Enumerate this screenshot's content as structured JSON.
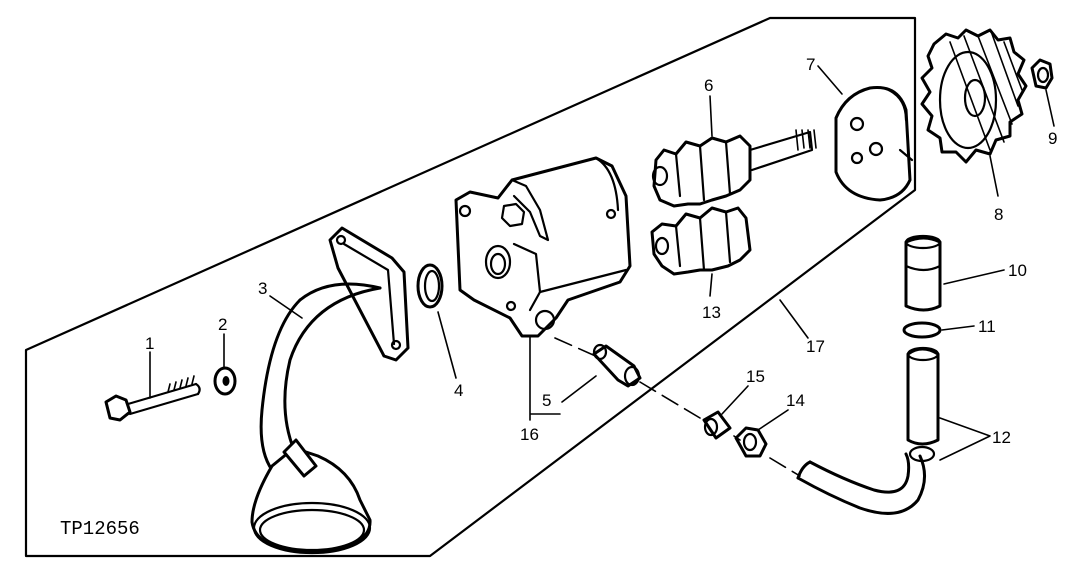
{
  "figure": {
    "code": "TP12656"
  },
  "callouts": [
    {
      "id": "1",
      "text": "1"
    },
    {
      "id": "2",
      "text": "2"
    },
    {
      "id": "3",
      "text": "3"
    },
    {
      "id": "4",
      "text": "4"
    },
    {
      "id": "5",
      "text": "5"
    },
    {
      "id": "6",
      "text": "6"
    },
    {
      "id": "7",
      "text": "7"
    },
    {
      "id": "8",
      "text": "8"
    },
    {
      "id": "9",
      "text": "9"
    },
    {
      "id": "10",
      "text": "10"
    },
    {
      "id": "11",
      "text": "11"
    },
    {
      "id": "12",
      "text": "12"
    },
    {
      "id": "13",
      "text": "13"
    },
    {
      "id": "14",
      "text": "14"
    },
    {
      "id": "15",
      "text": "15"
    },
    {
      "id": "16",
      "text": "16"
    },
    {
      "id": "17",
      "text": "17"
    }
  ]
}
